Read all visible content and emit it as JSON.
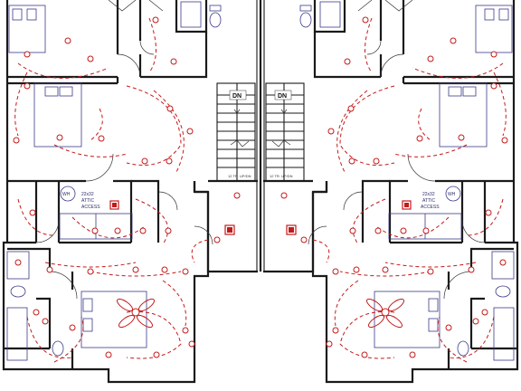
{
  "plan": {
    "stair_left_label": "DN",
    "stair_right_label": "DN",
    "stair_left_note": "12 TR. UP/DN",
    "stair_right_note": "12 TR. UP/DN"
  },
  "left_unit": {
    "attic_label_line1": "22x32",
    "attic_label_line2": "ATTIC",
    "attic_label_line3": "ACCESS",
    "water_heater": "WH"
  },
  "right_unit": {
    "attic_label_line1": "22x32",
    "attic_label_line2": "ATTIC",
    "attic_label_line3": "ACCESS",
    "water_heater": "WH"
  },
  "colors": {
    "wall": "#1a1a1a",
    "circuit": "#c41a1a",
    "fixture": "#3a3a8a"
  },
  "icons": [
    "ceiling-fan-icon",
    "light-fixture-icon",
    "outlet-icon",
    "switch-icon",
    "smoke-detector-icon",
    "bed-icon",
    "toilet-icon",
    "tub-icon",
    "sink-icon",
    "stair-icon",
    "door-swing-icon"
  ]
}
